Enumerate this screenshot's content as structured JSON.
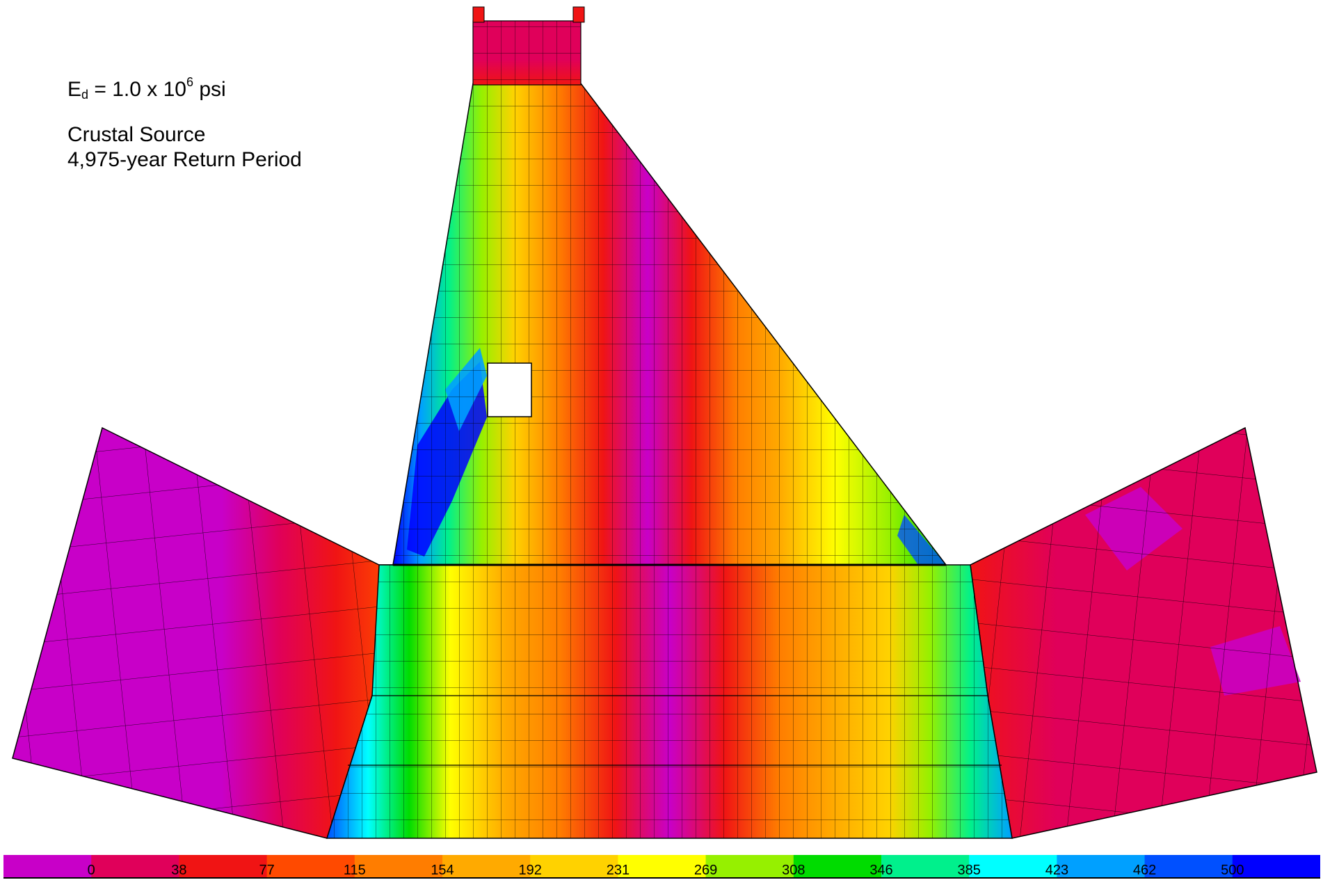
{
  "annotations": {
    "ed_prefix": "E",
    "ed_sub": "d",
    "ed_mid": " = 1.0 x 10",
    "ed_sup": "6",
    "ed_unit": " psi",
    "source": "Crustal Source",
    "period": "4,975-year Return Period"
  },
  "colorbar": {
    "labels": [
      "0",
      "38",
      "77",
      "115",
      "154",
      "192",
      "231",
      "269",
      "308",
      "346",
      "385",
      "423",
      "462",
      "500"
    ],
    "colors": [
      "#c800c8",
      "#e0005a",
      "#f01414",
      "#ff4a00",
      "#ff7d00",
      "#ffaa00",
      "#ffd200",
      "#ffff00",
      "#96f000",
      "#00dc00",
      "#00f08c",
      "#00ffff",
      "#00a0ff",
      "#0050ff",
      "#0000ff"
    ]
  },
  "contour_palette": {
    "magenta": "#c800c8",
    "crimson": "#e0005a",
    "red": "#f01414",
    "red_orange": "#ff4a00",
    "orange": "#ff7d00",
    "amber": "#ffaa00",
    "gold": "#ffd200",
    "yellow": "#ffff00",
    "lime": "#96f000",
    "green": "#00dc00",
    "aqua_green": "#00f08c",
    "cyan": "#00ffff",
    "sky": "#00a0ff",
    "blue": "#0050ff",
    "deep_blue": "#0000ff"
  }
}
